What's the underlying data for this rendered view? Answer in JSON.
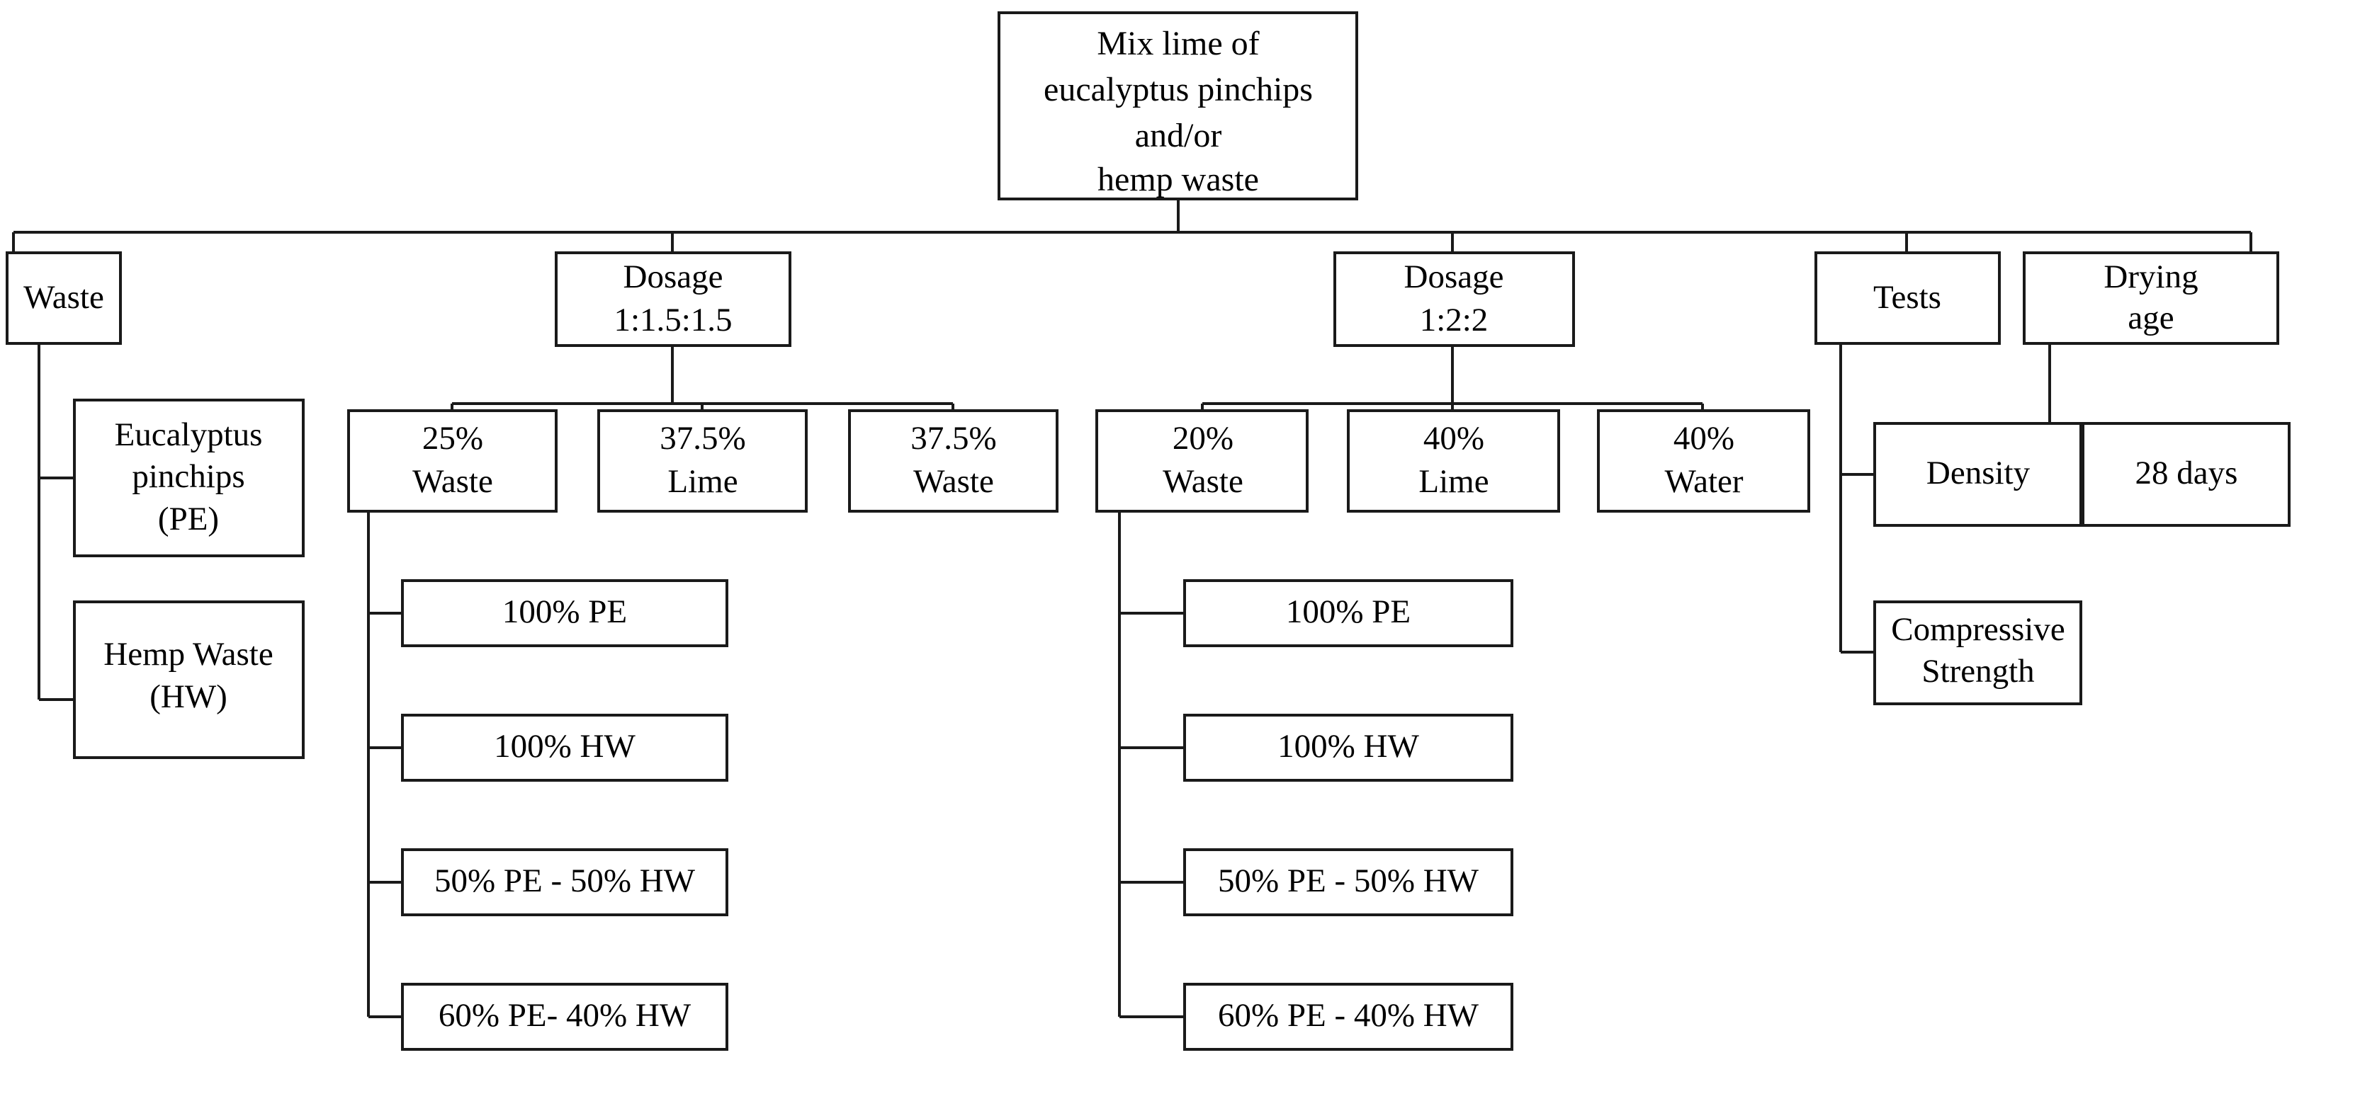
{
  "diagram": {
    "title_node": {
      "id": "root",
      "lines": [
        "Mix lime of",
        "eucalyptus pinchips",
        "and/or",
        "hemp waste"
      ]
    },
    "level1": [
      {
        "id": "waste",
        "lines": [
          "Waste"
        ]
      },
      {
        "id": "dosage1",
        "lines": [
          "Dosage",
          "1:1.5:1.5"
        ]
      },
      {
        "id": "dosage2",
        "lines": [
          "Dosage",
          "1:2:2"
        ]
      },
      {
        "id": "tests",
        "lines": [
          "Tests"
        ]
      },
      {
        "id": "drying-age",
        "lines": [
          "Drying",
          "age"
        ]
      }
    ],
    "waste_children": [
      {
        "id": "pe",
        "lines": [
          "Eucalyptus",
          "pinchips",
          "(PE)"
        ]
      },
      {
        "id": "hw",
        "lines": [
          "Hemp Waste",
          "(HW)"
        ]
      }
    ],
    "dosage1_children": [
      {
        "id": "d1-waste",
        "lines": [
          "25%",
          "Waste"
        ]
      },
      {
        "id": "d1-lime",
        "lines": [
          "37.5%",
          "Lime"
        ]
      },
      {
        "id": "d1-water",
        "lines": [
          "37.5%",
          "Waste"
        ]
      }
    ],
    "dosage2_children": [
      {
        "id": "d2-waste",
        "lines": [
          "20%",
          "Waste"
        ]
      },
      {
        "id": "d2-lime",
        "lines": [
          "40%",
          "Lime"
        ]
      },
      {
        "id": "d2-water",
        "lines": [
          "40%",
          "Water"
        ]
      }
    ],
    "dosage1_mixes": [
      {
        "id": "d1-mix-1",
        "lines": [
          "100% PE"
        ]
      },
      {
        "id": "d1-mix-2",
        "lines": [
          "100% HW"
        ]
      },
      {
        "id": "d1-mix-3",
        "lines": [
          "50% PE - 50% HW"
        ]
      },
      {
        "id": "d1-mix-4",
        "lines": [
          "60% PE- 40% HW"
        ]
      }
    ],
    "dosage2_mixes": [
      {
        "id": "d2-mix-1",
        "lines": [
          "100% PE"
        ]
      },
      {
        "id": "d2-mix-2",
        "lines": [
          "100% HW"
        ]
      },
      {
        "id": "d2-mix-3",
        "lines": [
          "50% PE - 50% HW"
        ]
      },
      {
        "id": "d2-mix-4",
        "lines": [
          "60% PE - 40% HW"
        ]
      }
    ],
    "tests_children": [
      {
        "id": "density",
        "lines": [
          "Density"
        ]
      },
      {
        "id": "compressive-strength",
        "lines": [
          "Compressive",
          "Strength"
        ]
      }
    ],
    "drying_children": [
      {
        "id": "days-28",
        "lines": [
          "28 days"
        ]
      }
    ],
    "colors": {
      "stroke": "#1a1a1a",
      "fill": "#ffffff",
      "text": "#000000",
      "background": "#ffffff"
    }
  }
}
